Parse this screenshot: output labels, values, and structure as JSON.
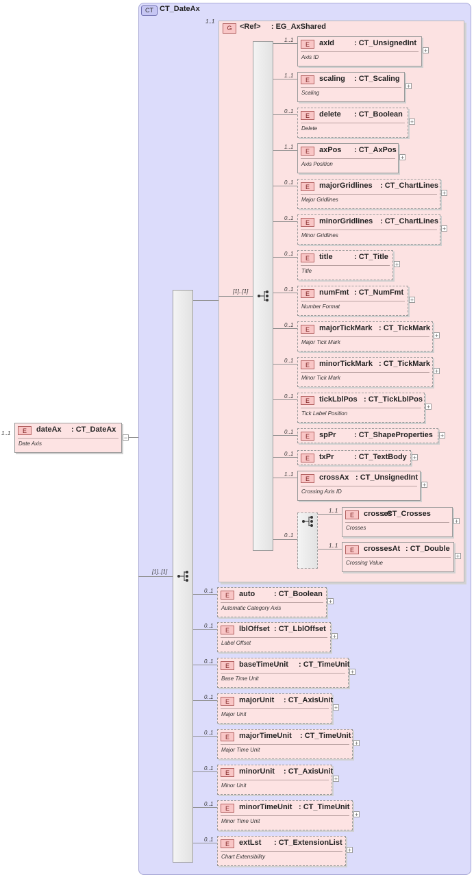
{
  "root": {
    "name": "dateAx",
    "type": ": CT_DateAx",
    "doc": "Date Axis",
    "card": "1..1"
  },
  "complex_type": {
    "badge": "CT",
    "title": "CT_DateAx"
  },
  "outer_seq": {
    "card": "[1]..[1]"
  },
  "group": {
    "badge": "G",
    "ref": "<Ref>",
    "name": ": EG_AxShared",
    "card": "1..1"
  },
  "inner_seq": {
    "card": "[1]..[1]"
  },
  "element_badge": "E",
  "expand_symbol": "+",
  "collapse_symbol": "−",
  "group_elements": [
    {
      "name": "axId",
      "type": ": CT_UnsignedInt",
      "doc": "Axis ID",
      "card": "1..1",
      "optional": false
    },
    {
      "name": "scaling",
      "type": ": CT_Scaling",
      "doc": "Scaling",
      "card": "1..1",
      "optional": false
    },
    {
      "name": "delete",
      "type": ": CT_Boolean",
      "doc": "Delete",
      "card": "0..1",
      "optional": true
    },
    {
      "name": "axPos",
      "type": ": CT_AxPos",
      "doc": "Axis Position",
      "card": "1..1",
      "optional": false
    },
    {
      "name": "majorGridlines",
      "type": ": CT_ChartLines",
      "doc": "Major Gridlines",
      "card": "0..1",
      "optional": true
    },
    {
      "name": "minorGridlines",
      "type": ": CT_ChartLines",
      "doc": "Minor Gridlines",
      "card": "0..1",
      "optional": true
    },
    {
      "name": "title",
      "type": ": CT_Title",
      "doc": "Title",
      "card": "0..1",
      "optional": true
    },
    {
      "name": "numFmt",
      "type": ": CT_NumFmt",
      "doc": "Number Format",
      "card": "0..1",
      "optional": true
    },
    {
      "name": "majorTickMark",
      "type": ": CT_TickMark",
      "doc": "Major Tick Mark",
      "card": "0..1",
      "optional": true
    },
    {
      "name": "minorTickMark",
      "type": ": CT_TickMark",
      "doc": "Minor Tick Mark",
      "card": "0..1",
      "optional": true
    },
    {
      "name": "tickLblPos",
      "type": ": CT_TickLblPos",
      "doc": "Tick Label Position",
      "card": "0..1",
      "optional": true
    },
    {
      "name": "spPr",
      "type": ": CT_ShapeProperties",
      "doc": "",
      "card": "0..1",
      "optional": true
    },
    {
      "name": "txPr",
      "type": ": CT_TextBody",
      "doc": "",
      "card": "0..1",
      "optional": true
    },
    {
      "name": "crossAx",
      "type": ": CT_UnsignedInt",
      "doc": "Crossing Axis ID",
      "card": "1..1",
      "optional": false
    }
  ],
  "choice": {
    "card": "0..1",
    "elements": [
      {
        "name": "crosses",
        "type": ": CT_Crosses",
        "doc": "Crosses",
        "card": "1..1",
        "optional": false
      },
      {
        "name": "crossesAt",
        "type": ": CT_Double",
        "doc": "Crossing Value",
        "card": "1..1",
        "optional": false
      }
    ]
  },
  "outer_elements": [
    {
      "name": "auto",
      "type": ": CT_Boolean",
      "doc": "Automatic Category Axis",
      "card": "0..1",
      "optional": true
    },
    {
      "name": "lblOffset",
      "type": ": CT_LblOffset",
      "doc": "Label Offset",
      "card": "0..1",
      "optional": true
    },
    {
      "name": "baseTimeUnit",
      "type": ": CT_TimeUnit",
      "doc": "Base Time Unit",
      "card": "0..1",
      "optional": true
    },
    {
      "name": "majorUnit",
      "type": ": CT_AxisUnit",
      "doc": "Major Unit",
      "card": "0..1",
      "optional": true
    },
    {
      "name": "majorTimeUnit",
      "type": ": CT_TimeUnit",
      "doc": "Major Time Unit",
      "card": "0..1",
      "optional": true
    },
    {
      "name": "minorUnit",
      "type": ": CT_AxisUnit",
      "doc": "Minor Unit",
      "card": "0..1",
      "optional": true
    },
    {
      "name": "minorTimeUnit",
      "type": ": CT_TimeUnit",
      "doc": "Minor Time Unit",
      "card": "0..1",
      "optional": true
    },
    {
      "name": "extLst",
      "type": ": CT_ExtensionList",
      "doc": "Chart Extensibility",
      "card": "0..1",
      "optional": true
    }
  ]
}
